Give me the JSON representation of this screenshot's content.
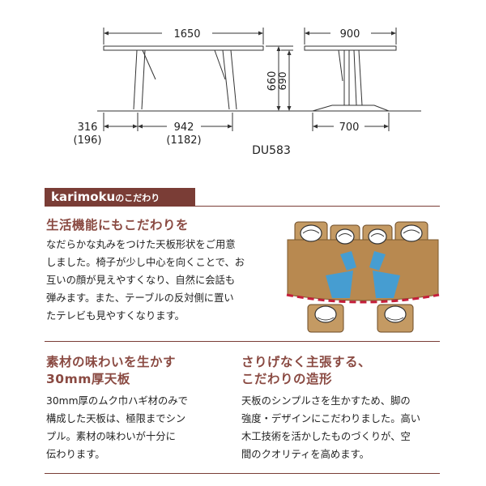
{
  "dimensions": {
    "width": "1650",
    "depth": "900",
    "height_a": "660",
    "height_b": "690",
    "leg_offset": "316",
    "leg_offset_alt": "(196)",
    "leg_span": "942",
    "leg_span_alt": "(1182)",
    "base_width": "700",
    "model": "DU583"
  },
  "banner": {
    "brand": "karimoku",
    "suffix": "のこだわり"
  },
  "section1": {
    "heading": "生活機能にもこだわりを",
    "lines": [
      "なだらかな丸みをつけた天板形状をご用意",
      "しました。椅子が少し中心を向くことで、お",
      "互いの顔が見えやすくなり、自然に会話も",
      "弾みます。また、テーブルの反対側に置い",
      "たテレビも見やすくなります。"
    ]
  },
  "section2": {
    "heading_lines": [
      "素材の味わいを生かす",
      "30mm厚天板"
    ],
    "lines": [
      "30mm厚のムク巾ハギ材のみで",
      "構成した天板は、極限までシン",
      "プル。素材の味わいが十分に",
      "伝わります。"
    ]
  },
  "section3": {
    "heading_lines": [
      "さりげなく主張する、",
      "こだわりの造形"
    ],
    "lines": [
      "天板のシンプルさを生かすため、脚の",
      "強度・デザインにこだわりました。高い",
      "木工技術を活かしたものづくりが、空",
      "間のクオリティを高めます。"
    ]
  },
  "colors": {
    "brand": "#7a3d36",
    "heading": "#8a4a42",
    "table_wood": "#b88950",
    "chair": "#c49a63",
    "curve": "#c41e3a",
    "sight": "#3aa0e0"
  }
}
